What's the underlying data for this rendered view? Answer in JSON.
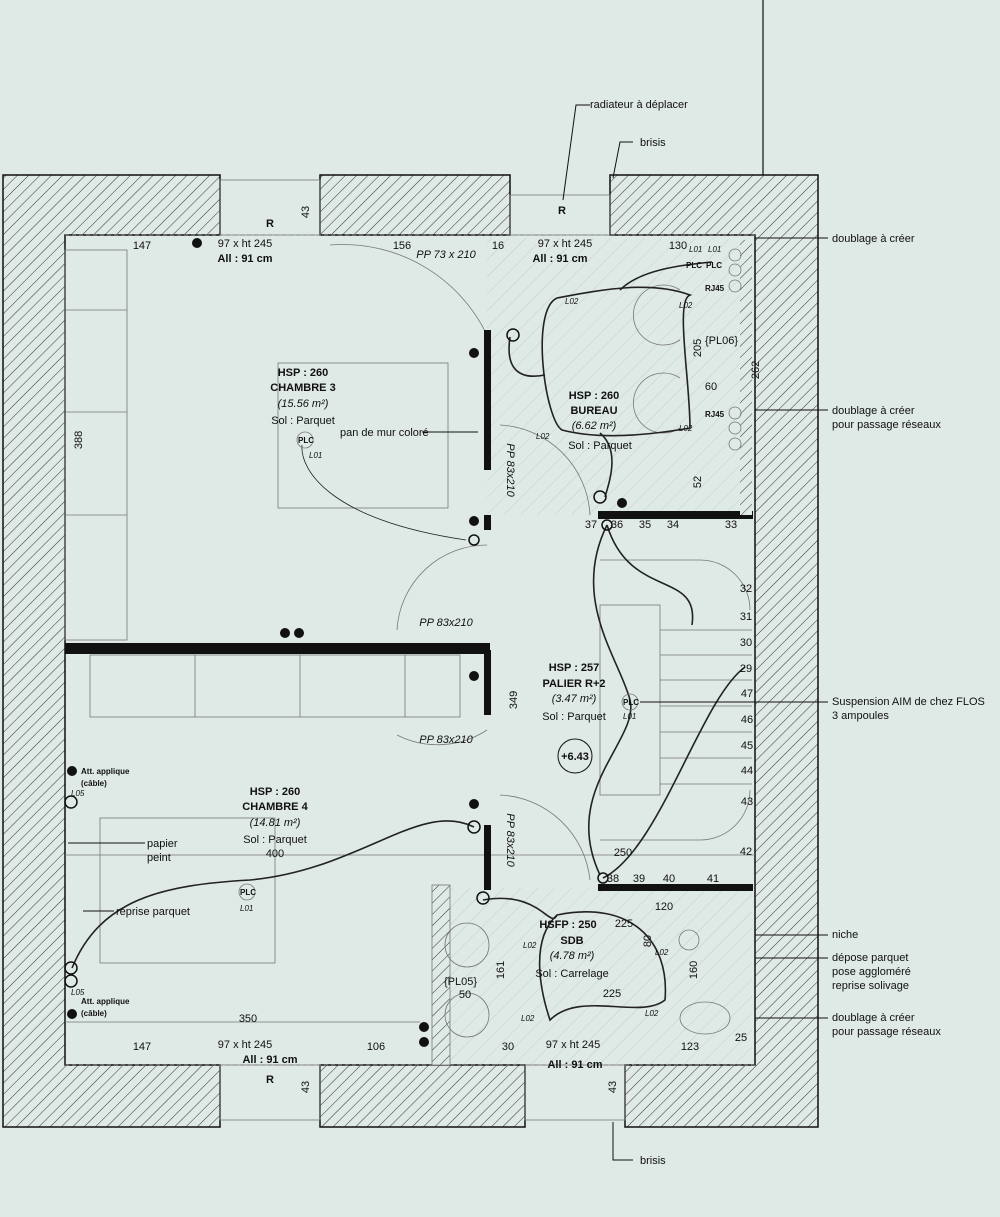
{
  "rooms": {
    "chambre3": {
      "hsp": "HSP : 260",
      "name": "CHAMBRE 3",
      "area": "(15.56 m²)",
      "floor": "Sol : Parquet"
    },
    "bureau": {
      "hsp": "HSP : 260",
      "name": "BUREAU",
      "area": "(6.62 m²)",
      "floor": "Sol : Parquet"
    },
    "palier": {
      "hsp": "HSP : 257",
      "name": "PALIER R+2",
      "area": "(3.47 m²)",
      "floor": "Sol : Parquet"
    },
    "chambre4": {
      "hsp": "HSP : 260",
      "name": "CHAMBRE 4",
      "area": "(14.81 m²)",
      "floor": "Sol : Parquet"
    },
    "sdb": {
      "hsp": "HSFP : 250",
      "name": "SDB",
      "area": "(4.78 m²)",
      "floor": "Sol : Carrelage"
    }
  },
  "annotations": {
    "radiateur": "radiateur à déplacer",
    "brisis_top": "brisis",
    "doublage1": "doublage à créer",
    "doublage2": [
      "doublage à créer",
      "pour passage réseaux"
    ],
    "suspension": [
      "Suspension AIM de chez  FLOS",
      "3 ampoules"
    ],
    "niche": "niche",
    "depose": [
      "dépose parquet",
      "pose aggloméré",
      "reprise solivage"
    ],
    "doublage3": [
      "doublage à créer",
      "pour passage réseaux"
    ],
    "brisis_bottom": "brisis",
    "pan_mur": "pan de mur coloré",
    "papier_peint": [
      "papier",
      "peint"
    ],
    "reprise_parquet": "reprise parquet",
    "applique": [
      "Att. applique",
      "(câble)"
    ]
  },
  "window": {
    "radiator": "R",
    "size": "97 x ht 245",
    "sill": "All : 91 cm",
    "depth": "43"
  },
  "doors": {
    "pp73": "PP 73 x 210",
    "pp83": "PP 83x210"
  },
  "symbols": {
    "plc": "PLC",
    "l01": "L01",
    "l02": "L02",
    "l05": "L05",
    "rj45": "RJ45",
    "pl06": "{PL06}",
    "pl05": "{PL05}",
    "level": "+6.43"
  },
  "dims": {
    "d147": "147",
    "d156": "156",
    "d16": "16",
    "d130": "130",
    "d388": "388",
    "d205": "205",
    "d262": "262",
    "d60": "60",
    "d52": "52",
    "d349": "349",
    "d250": "250",
    "d400": "400",
    "d120": "120",
    "d225": "225",
    "d80": "80",
    "d161": "161",
    "d50": "50",
    "d160": "160",
    "d350": "350",
    "d106": "106",
    "d30": "30",
    "d123": "123",
    "d25": "25"
  },
  "stairs": [
    "29",
    "30",
    "31",
    "32",
    "33",
    "34",
    "35",
    "36",
    "37",
    "38",
    "39",
    "40",
    "41",
    "42",
    "43",
    "44",
    "45",
    "46",
    "47"
  ]
}
